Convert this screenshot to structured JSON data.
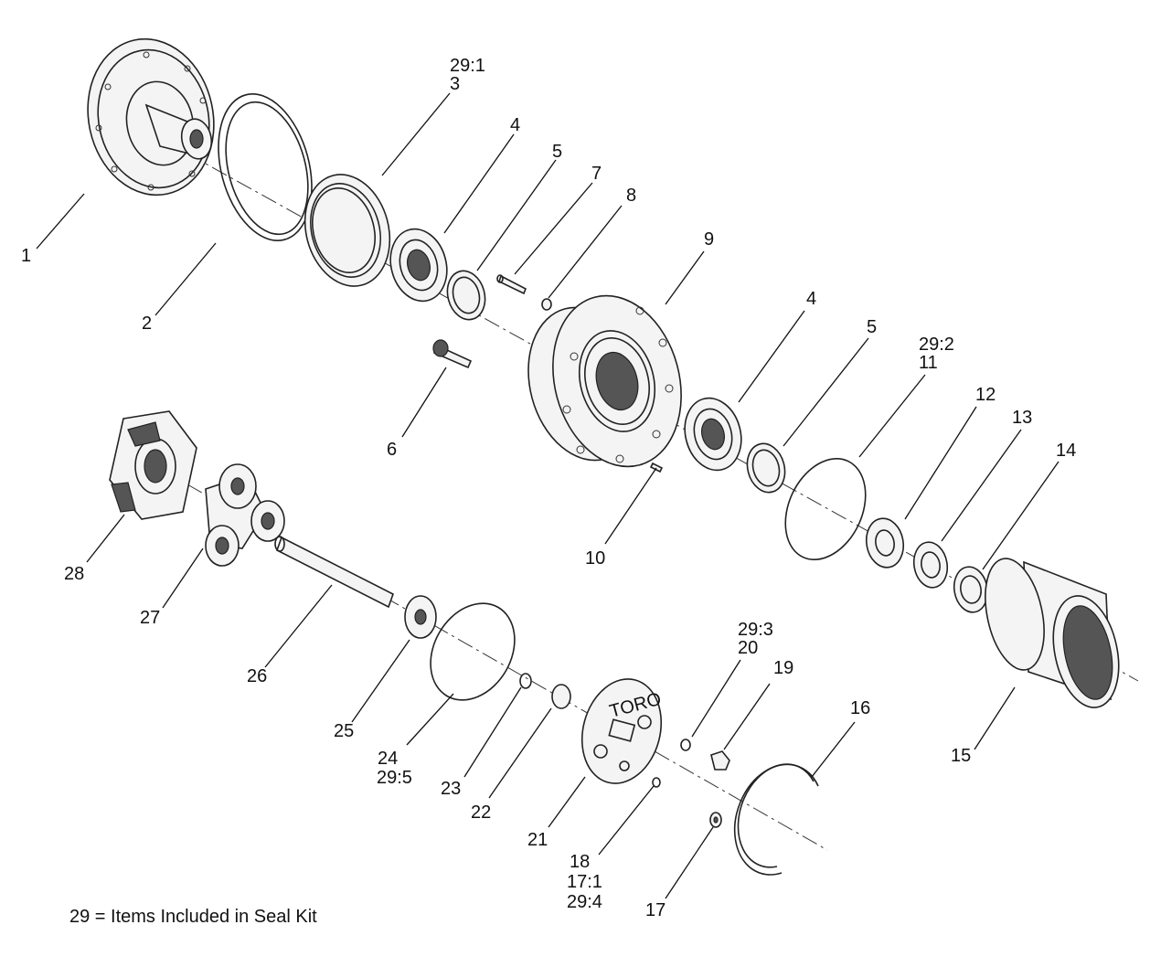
{
  "callouts": {
    "c1": "1",
    "c2": "2",
    "c3a": "29:1",
    "c3b": "3",
    "c4a": "4",
    "c5a": "5",
    "c7": "7",
    "c8": "8",
    "c9": "9",
    "c6": "6",
    "c4b": "4",
    "c5b": "5",
    "c11a": "29:2",
    "c11b": "11",
    "c12": "12",
    "c13": "13",
    "c14": "14",
    "c10": "10",
    "c28": "28",
    "c27": "27",
    "c26": "26",
    "c25": "25",
    "c24a": "24",
    "c24b": "29:5",
    "c23": "23",
    "c22": "22",
    "c21": "21",
    "c20a": "29:3",
    "c20b": "20",
    "c19": "19",
    "c16": "16",
    "c15": "15",
    "c18a": "18",
    "c18b": "17:1",
    "c18c": "29:4",
    "c17": "17"
  },
  "legend_note": "29 = Items Included in Seal Kit",
  "cover_logo": "TORO",
  "colors": {
    "line": "#222222",
    "background": "#ffffff"
  }
}
